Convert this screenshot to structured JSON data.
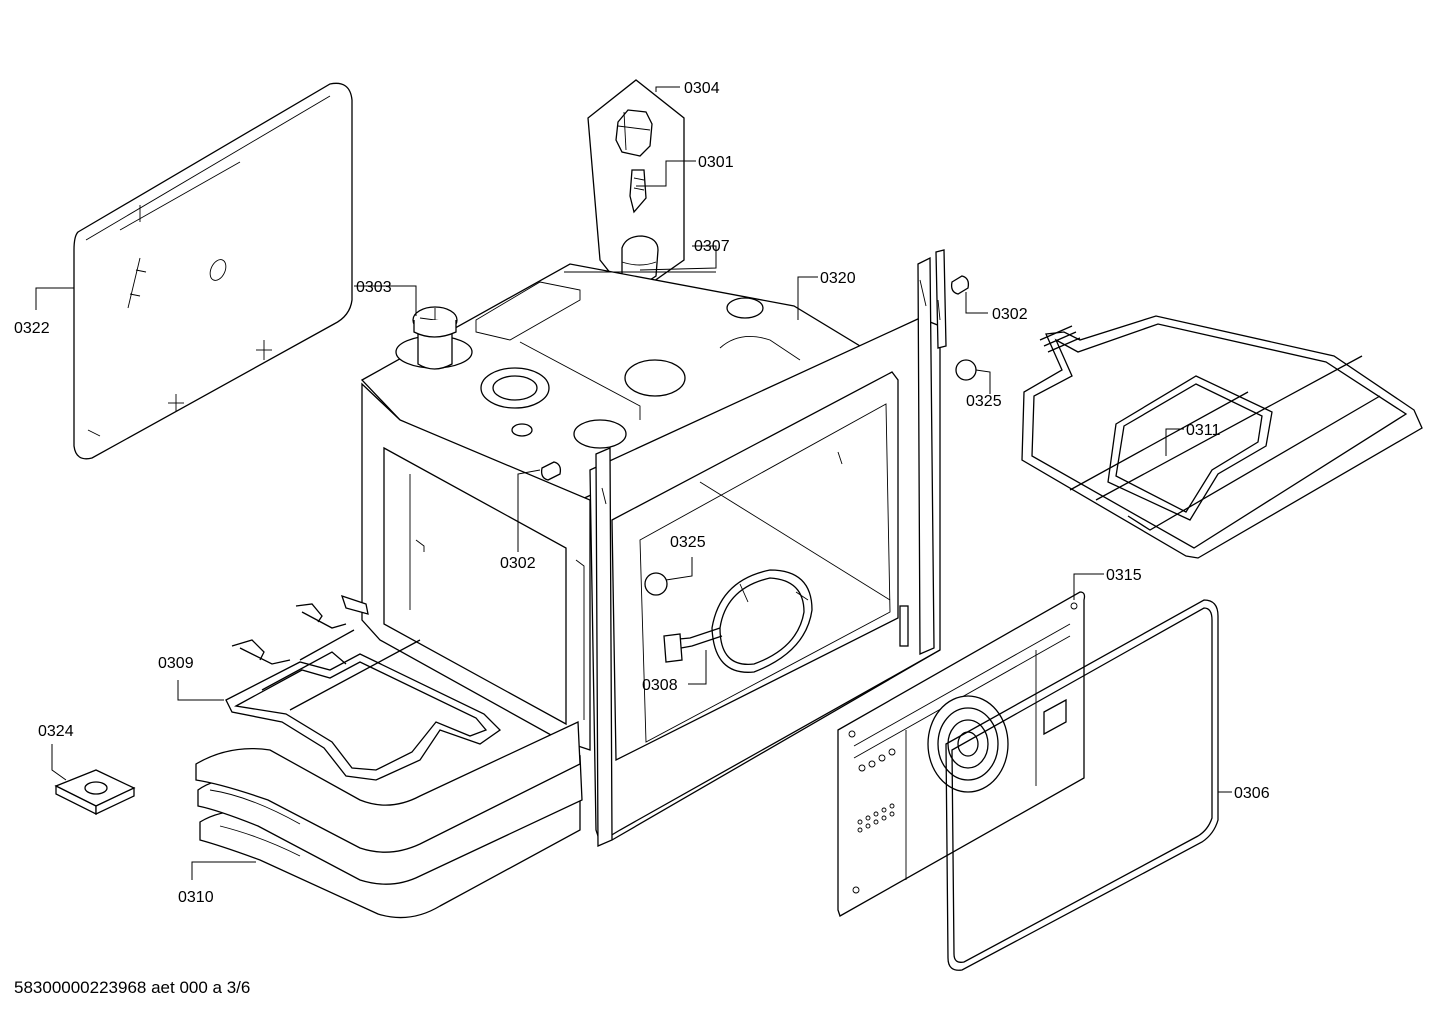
{
  "labels": {
    "p0304": "0304",
    "p0301": "0301",
    "p0307": "0307",
    "p0320": "0320",
    "p0302a": "0302",
    "p0302b": "0302",
    "p0303": "0303",
    "p0322": "0322",
    "p0325a": "0325",
    "p0325b": "0325",
    "p0311": "0311",
    "p0315": "0315",
    "p0309": "0309",
    "p0308": "0308",
    "p0324": "0324",
    "p0306": "0306",
    "p0310": "0310"
  },
  "footer": {
    "reference": "58300000223968 aet 000 a 3/6"
  }
}
